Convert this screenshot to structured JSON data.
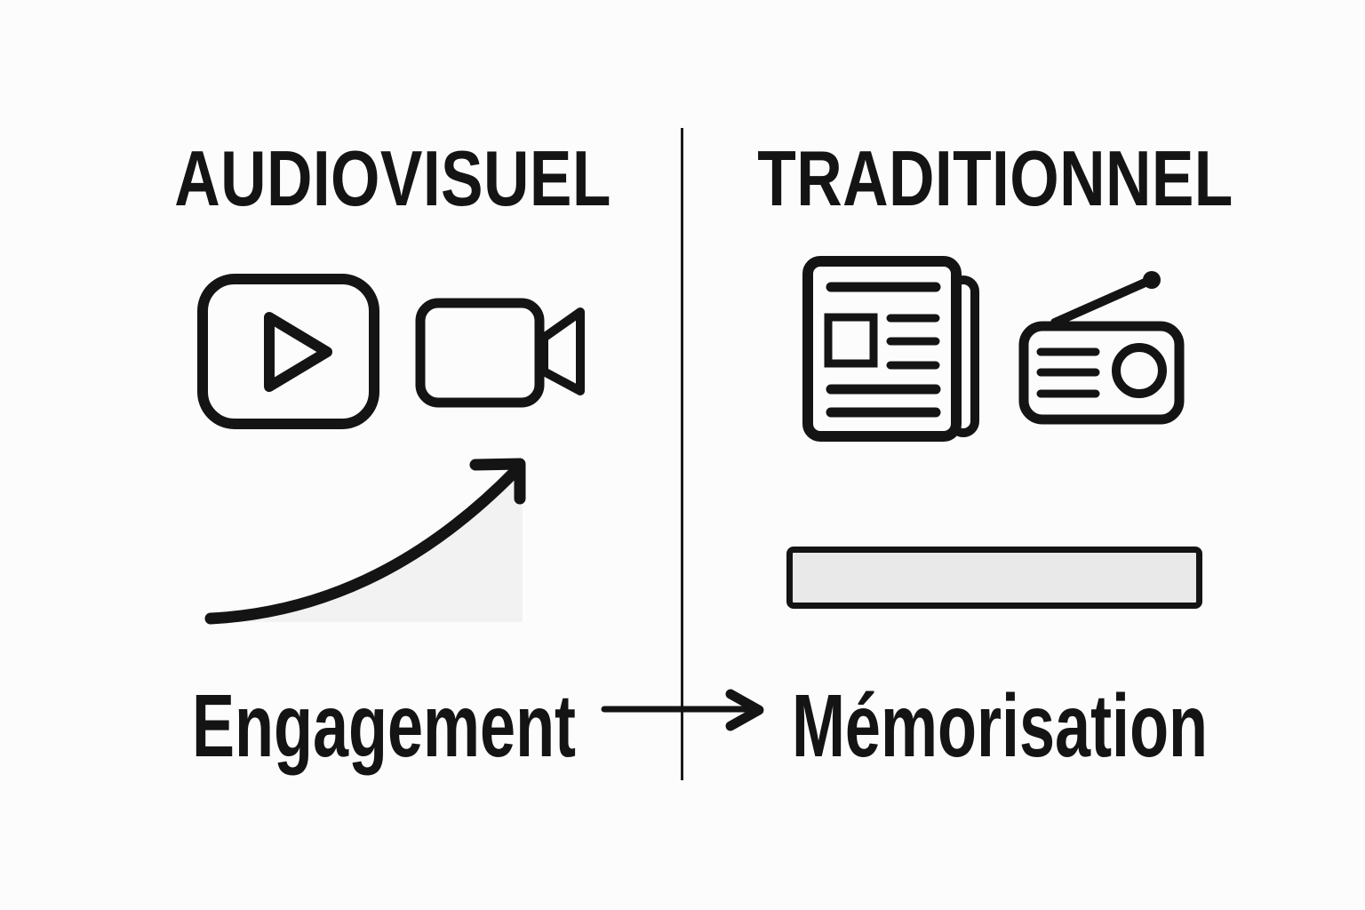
{
  "colors": {
    "background": "#fcfcfc",
    "ink": "#141414",
    "divider": "#1a1a1a",
    "curve_fill": "#f2f2f2",
    "bar_fill": "#e9e9e9"
  },
  "left_panel": {
    "title": "AUDIOVISUEL",
    "label": "Engagement",
    "icons": [
      {
        "name": "video-player-icon"
      },
      {
        "name": "video-camera-icon"
      }
    ],
    "trend_graphic": {
      "name": "rising-curve-arrow-icon",
      "trend": "rising"
    }
  },
  "right_panel": {
    "title": "TRADITIONNEL",
    "label": "Mémorisation",
    "icons": [
      {
        "name": "newspaper-icon"
      },
      {
        "name": "radio-icon"
      }
    ],
    "trend_graphic": {
      "name": "flat-bar",
      "trend": "flat"
    }
  },
  "relation_arrow": {
    "name": "right-arrow-icon",
    "from": "Engagement",
    "to": "Mémorisation"
  }
}
